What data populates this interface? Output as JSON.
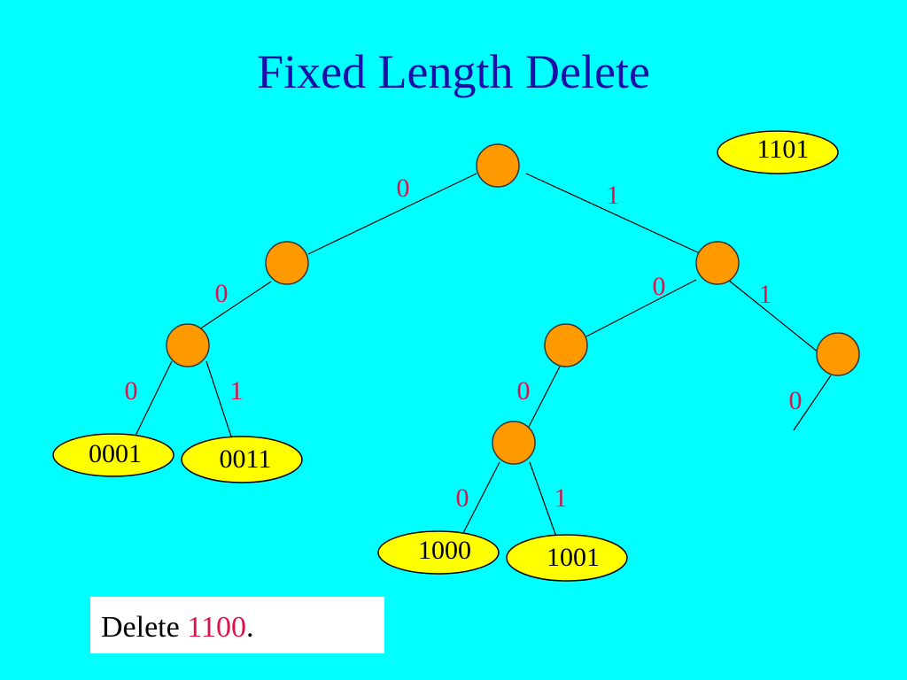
{
  "title": "Fixed Length Delete",
  "colors": {
    "background": "#00ffff",
    "title": "#1a10a8",
    "edge_label": "#e0104a",
    "internal_node": "#ff9900",
    "leaf": "#ffff00"
  },
  "tree": {
    "edge_labels": {
      "root_left": "0",
      "root_right": "1",
      "n1_left": "0",
      "n2_left": "0",
      "n2_right": "1",
      "r1_left": "0",
      "r1_right": "1",
      "r10_left": "0",
      "r100_left": "0",
      "r100_right": "1",
      "r11_left": "0"
    },
    "leaves": {
      "l0001": "0001",
      "l0011": "0011",
      "l1000": "1000",
      "l1001": "1001",
      "l1101": "1101"
    }
  },
  "caption": {
    "prefix": "Delete ",
    "key": "1100",
    "suffix": "."
  }
}
